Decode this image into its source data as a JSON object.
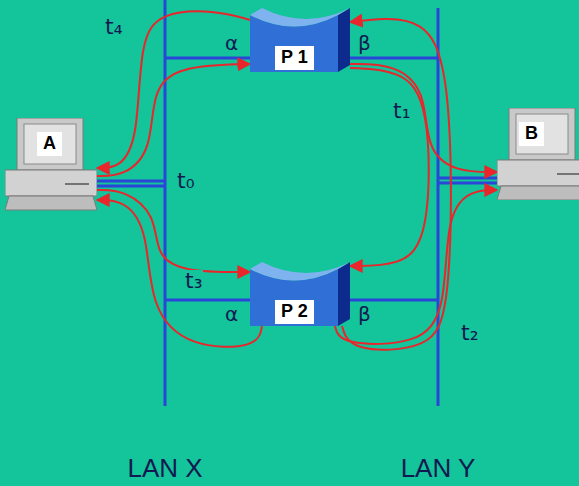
{
  "diagram": {
    "nodes": [
      {
        "text": [
          "P 1"
        ]
      },
      {
        "text": [
          "A"
        ]
      },
      {
        "text": [
          "B"
        ]
      },
      {
        "text": [
          "P 2"
        ]
      }
    ],
    "edges": [
      {
        "from": 1,
        "to": 0,
        "arrow": "to"
      },
      {
        "from": 1,
        "to": 3,
        "arrow": "to"
      },
      {
        "from": 0,
        "to": 2,
        "arrow": "to"
      },
      {
        "from": 0,
        "to": 3,
        "arrow": "to"
      },
      {
        "from": 3,
        "to": 2,
        "arrow": "to"
      },
      {
        "from": 3,
        "to": 0,
        "arrow": "to"
      },
      {
        "from": 3,
        "to": 1,
        "arrow": "to"
      },
      {
        "from": 0,
        "to": 1,
        "arrow": "to"
      }
    ],
    "labels": [
      "t₄",
      "α",
      "β",
      "t₁",
      "t₀",
      "t₃",
      "α",
      "β",
      "t₂",
      "LAN X",
      "LAN Y"
    ]
  }
}
